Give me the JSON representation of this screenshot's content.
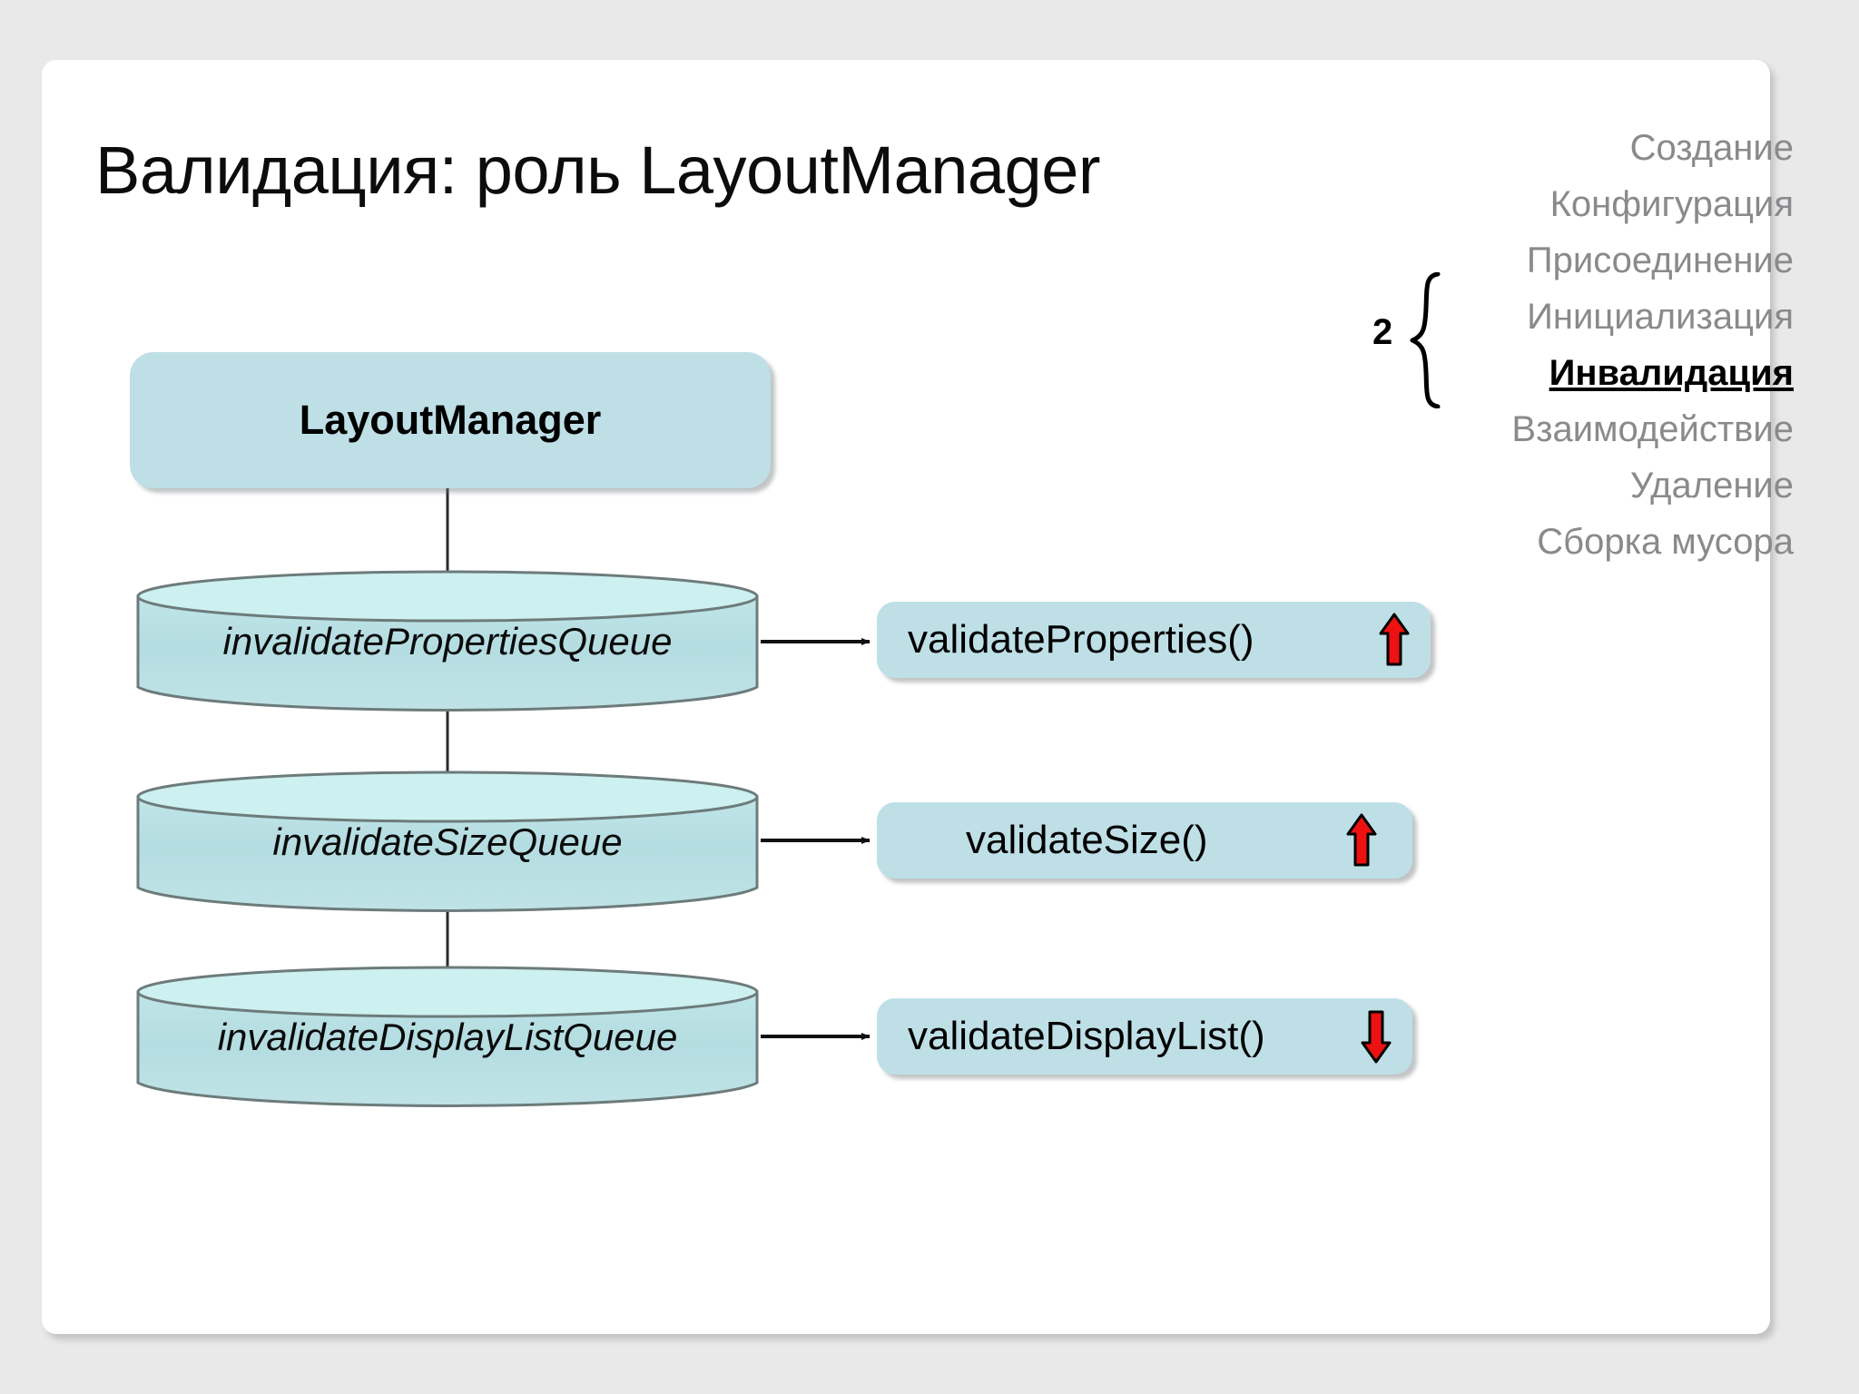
{
  "slide": {
    "title": "Валидация: роль LayoutManager",
    "background_color": "#e9e9ea",
    "panel_color": "#ffffff"
  },
  "lifecycle": {
    "group_number": "2",
    "items": [
      {
        "label": "Создание",
        "highlight": false
      },
      {
        "label": "Конфигурация",
        "highlight": false
      },
      {
        "label": "Присоединение",
        "highlight": false
      },
      {
        "label": "Инициализация",
        "highlight": false
      },
      {
        "label": "Инвалидация",
        "highlight": true
      },
      {
        "label": "Взаимодействие",
        "highlight": false
      },
      {
        "label": "Удаление",
        "highlight": false
      },
      {
        "label": "Сборка мусора",
        "highlight": false
      }
    ],
    "muted_color": "#8a8a8d",
    "highlight_color": "#000000"
  },
  "diagram": {
    "root_box": {
      "label": "LayoutManager"
    },
    "fill_color": "#bedfe6",
    "cylinder_top_color": "#cdf0f0",
    "cylinder_body_color": "#b6dde2",
    "arrow_color": "#ee1111",
    "queues": [
      {
        "label": "invalidatePropertiesQueue"
      },
      {
        "label": "invalidateSizeQueue"
      },
      {
        "label": "invalidateDisplayListQueue"
      }
    ],
    "methods": [
      {
        "label": "validateProperties()",
        "arrow": "arrow-up-icon",
        "direction": "up"
      },
      {
        "label": "validateSize()",
        "arrow": "arrow-up-icon",
        "direction": "up"
      },
      {
        "label": "validateDisplayList()",
        "arrow": "arrow-down-icon",
        "direction": "down"
      }
    ]
  }
}
